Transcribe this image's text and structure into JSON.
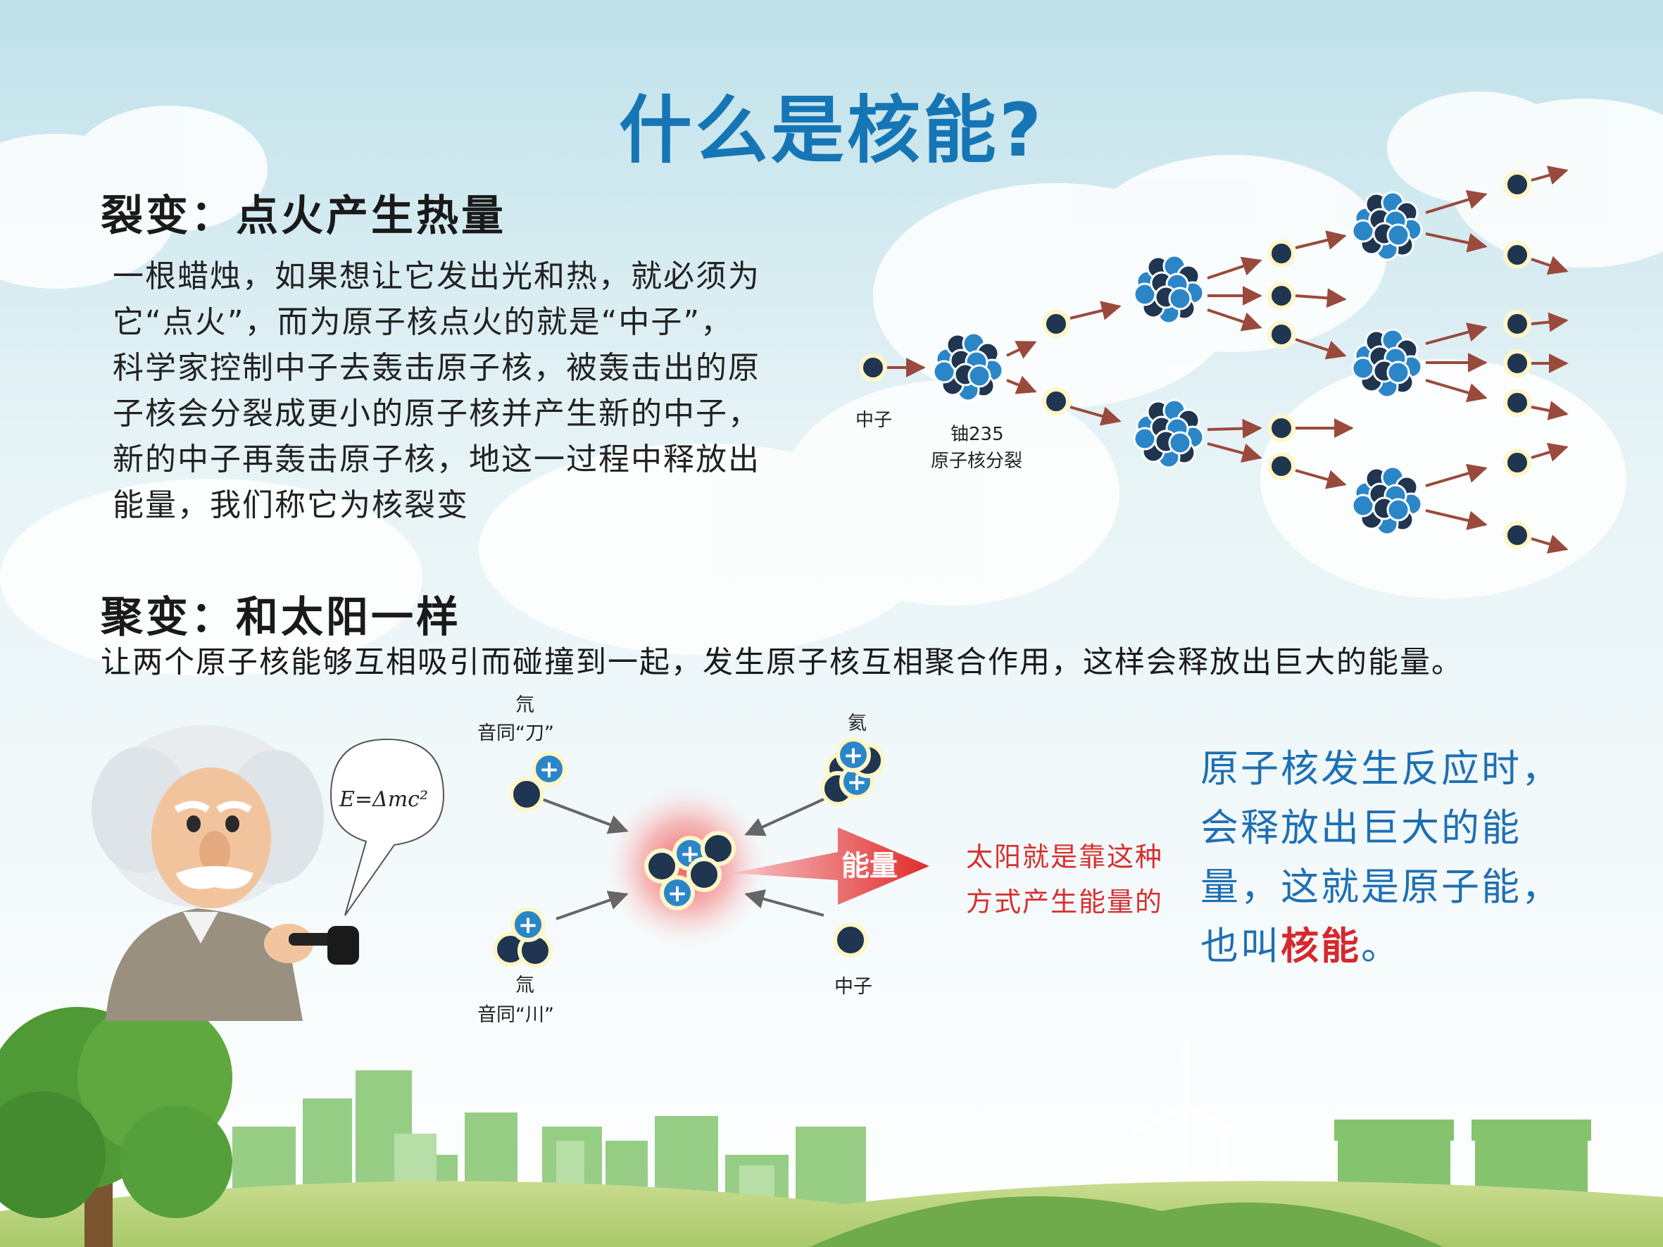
{
  "title": "什么是核能?",
  "fission": {
    "heading": "裂变：点火产生热量",
    "paragraph": [
      "一根蜡烛，如果想让它发出光和热，就必须为",
      "它“点火”，而为原子核点火的就是“中子”，",
      "科学家控制中子去轰击原子核，被轰击出的原",
      "子核会分裂成更小的原子核并产生新的中子，",
      "新的中子再轰击原子核，地这一过程中释放出",
      "能量，我们称它为核裂变"
    ],
    "label_neutron": "中子",
    "label_uranium_1": "铀235",
    "label_uranium_2": "原子核分裂"
  },
  "fusion": {
    "heading": "聚变：和太阳一样",
    "sentence": "让两个原子核能够互相吸引而碰撞到一起，发生原子核互相聚合作用，这样会释放出巨大的能量。",
    "deuterium_char": "氘",
    "deuterium_note": "音同“刀”",
    "tritium_char": "氚",
    "tritium_note": "音同“川”",
    "helium_char": "氦",
    "neutron_label": "中子",
    "energy_label": "能量",
    "formula": "E=Δmc²"
  },
  "sun_text": [
    "太阳就是靠这种",
    "方式产生能量的"
  ],
  "nuclear_text": {
    "line1": "原子核发生反应时，",
    "line2": "会释放出巨大的能",
    "line3": "量，这就是原子能，",
    "line4_prefix": "也叫",
    "line4_highlight": "核能",
    "line4_suffix": "。"
  },
  "colors": {
    "title_blue": "#1676b5",
    "neutron_dark": "#1f3550",
    "proton_blue": "#2b86c8",
    "arrow_brown": "#9a4a3c",
    "accent_red": "#d6282d"
  }
}
